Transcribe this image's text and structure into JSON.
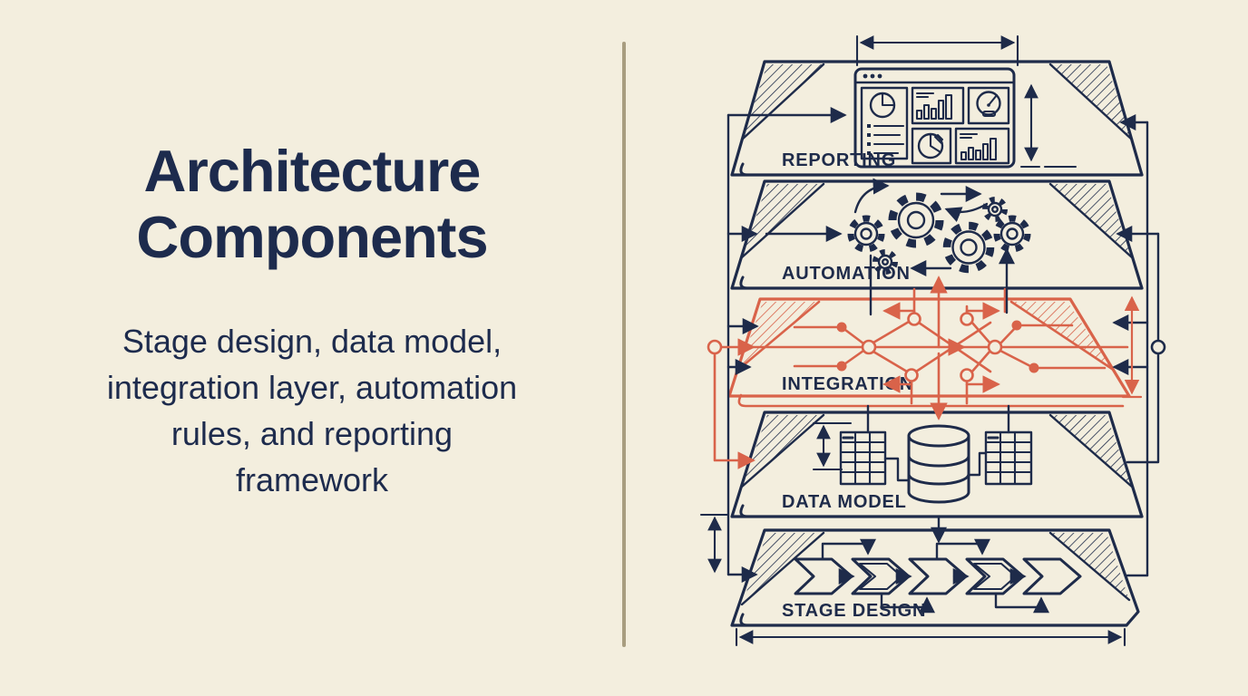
{
  "page": {
    "background_color": "#f3eede",
    "ink_color": "#1e2b4a",
    "accent_color": "#d9634a",
    "divider_color": "#a89d80"
  },
  "left_panel": {
    "title": {
      "full": "Architecture Components",
      "lines": [
        "Architecture",
        "Components"
      ]
    },
    "subtitle": {
      "full": "Stage design, data model, integration layer, automation rules, and reporting framework",
      "lines": [
        "Stage design, data model,",
        "integration layer, automation",
        "rules, and reporting",
        "framework"
      ]
    }
  },
  "diagram": {
    "style": "blueprint layered stack with hatched corners and dimension lines",
    "layers": [
      {
        "label": "REPORTING",
        "icon": "dashboard-analytics-icon",
        "accent": false
      },
      {
        "label": "AUTOMATION",
        "icon": "gears-icon",
        "accent": false
      },
      {
        "label": "INTEGRATION",
        "icon": "circuit-network-icon",
        "accent": true
      },
      {
        "label": "DATA MODEL",
        "icon": "database-tables-icon",
        "accent": false
      },
      {
        "label": "STAGE DESIGN",
        "icon": "process-chevrons-icon",
        "accent": false
      }
    ]
  }
}
